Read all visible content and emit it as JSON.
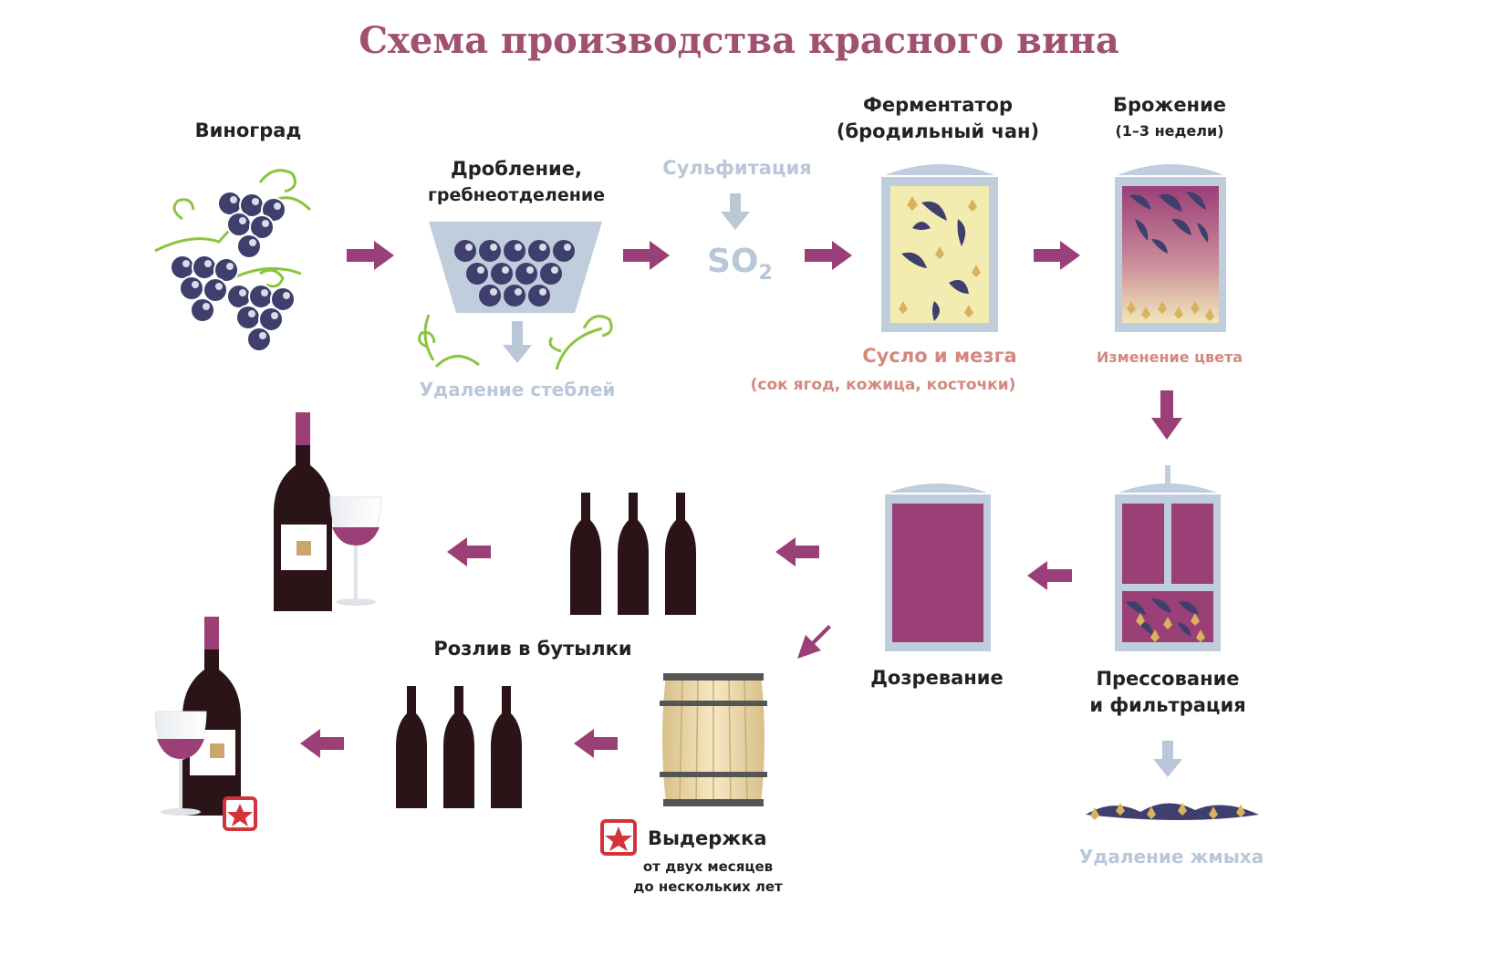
{
  "title": "Схема производства красного вина",
  "steps": {
    "grapes": {
      "label": "Виноград"
    },
    "crushing": {
      "label_line1": "Дробление,",
      "label_line2": "гребнеотделение",
      "side_note": "Удаление стеблей"
    },
    "sulfitation": {
      "label": "Сульфитация",
      "formula_main": "SO",
      "formula_sub": "2"
    },
    "fermenter": {
      "label_line1": "Ферментатор",
      "label_line2": "(бродильный чан)",
      "note_line1": "Сусло и мезга",
      "note_line2": "(сок ягод, кожица, косточки)"
    },
    "fermentation": {
      "label": "Брожение",
      "duration": "(1–3 недели)",
      "note": "Изменение цвета"
    },
    "pressing": {
      "label_line1": "Прессование",
      "label_line2": "и фильтрация",
      "side_note": "Удаление жмыха"
    },
    "maturation": {
      "label": "Дозревание"
    },
    "bottling": {
      "label": "Розлив в бутылки"
    },
    "aging": {
      "label": "Выдержка",
      "note_line1": "от двух месяцев",
      "note_line2": "до нескольких лет"
    }
  },
  "colors": {
    "title": "#a05070",
    "arrow": "#9b3f77",
    "pale_arrow": "#b9c7d8",
    "pale_text": "#b9c7d8",
    "pink_text": "#d4887f",
    "grape": "#3f3f6e",
    "wine": "#9b3f77",
    "bottle": "#2a1418",
    "vessel_frame": "#c0cddd",
    "must": "#f3ecb0",
    "vine": "#8ac53f",
    "star": "#d2343a"
  }
}
